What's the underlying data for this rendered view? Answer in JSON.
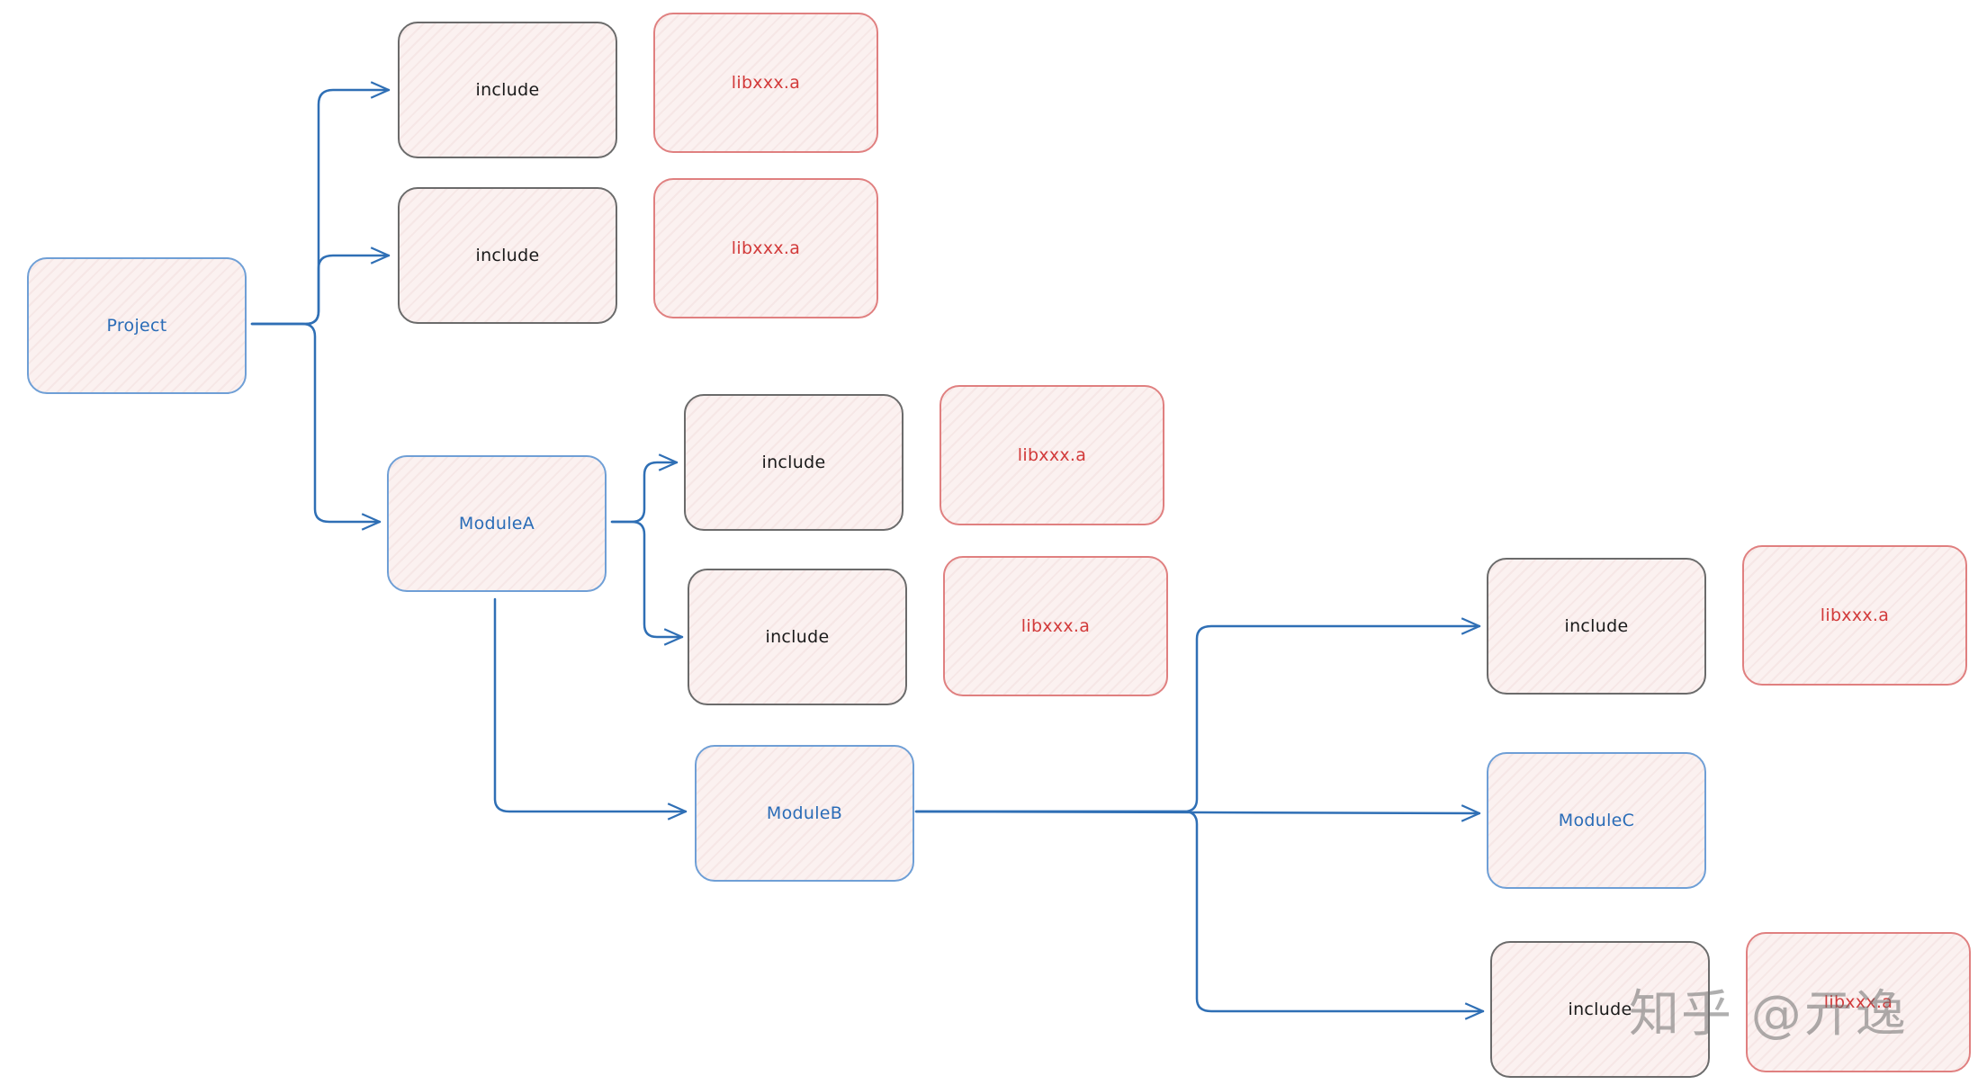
{
  "nodes": {
    "project": "Project",
    "include_1": "include",
    "lib_1": "libxxx.a",
    "include_2": "include",
    "lib_2": "libxxx.a",
    "module_a": "ModuleA",
    "include_3": "include",
    "lib_3": "libxxx.a",
    "include_4": "include",
    "lib_4": "libxxx.a",
    "module_b": "ModuleB",
    "include_5": "include",
    "lib_5": "libxxx.a",
    "module_c": "ModuleC",
    "include_6": "include",
    "lib_6": "libxxx.a"
  },
  "watermark": "知乎 @亓逸",
  "colors": {
    "module_stroke": "#6f9fd6",
    "module_text": "#2a6cb7",
    "include_stroke": "#6b6b6b",
    "lib_stroke": "#e08080",
    "lib_text": "#d23a3a",
    "arrow": "#2f6fb5"
  }
}
